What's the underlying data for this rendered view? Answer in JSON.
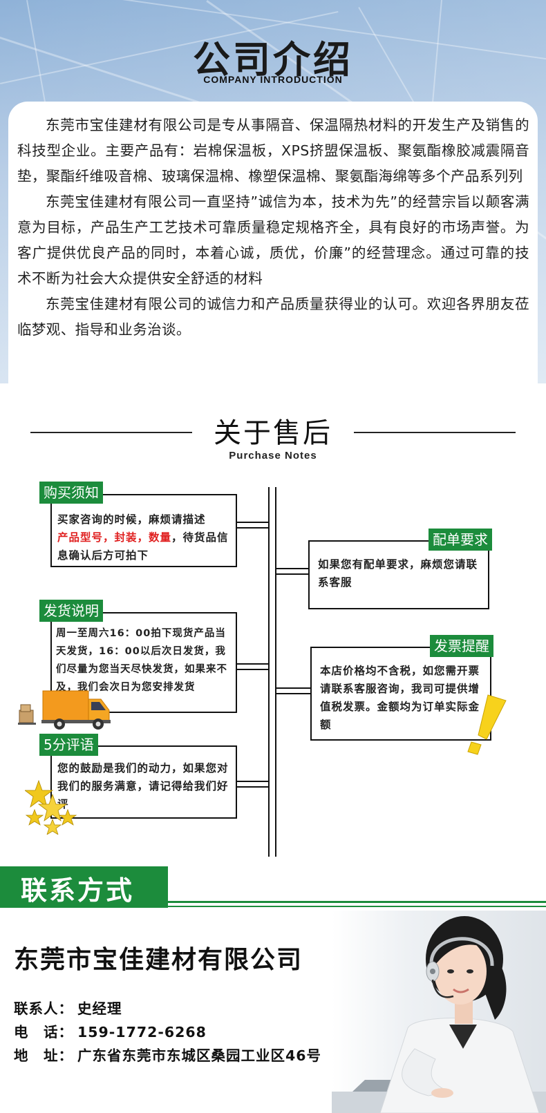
{
  "intro": {
    "title": "公司介绍",
    "subtitle": "COMPANY INTRODUCTION",
    "paragraphs": [
      "东莞市宝佳建材有限公司是专从事隔音、保温隔热材料的开发生产及销售的科技型企业。主要产品有：岩棉保温板，XPS挤盟保温板、聚氨酯橡胶减震隔音垫，聚酯纤维吸音棉、玻璃保温棉、橡塑保温棉、聚氨酯海绵等多个产品系列列",
      "东莞宝佳建材有限公司一直坚持”诚信为本，技术为先”的经营宗旨以颠客满意为目标，产品生产工艺技术可靠质量稳定规格齐全，具有良好的市场声誉。为客广提供优良产品的同时，本着心诚，质优，价廉”的经营理念。通过可靠的技术不断为社会大众提供安全舒适的材料",
      "东莞宝佳建材有限公司的诚信力和产品质量获得业的认可。欢迎各界朋友莅临梦观、指导和业务治谈。"
    ]
  },
  "purchase": {
    "title": "关于售后",
    "subtitle": "Purchase Notes",
    "notes": [
      {
        "tag": "购买须知",
        "lines": [
          "买家咨询的时候，麻烦请描述"
        ],
        "highlight": "产品型号，封装，数量",
        "tail": "，待货品信息确认后方可拍下"
      },
      {
        "tag": "配单要求",
        "text": "如果您有配单要求，麻烦您请联系客服"
      },
      {
        "tag": "发货说明",
        "text": "周一至周六16：00拍下现货产品当天发货，16：00以后次日发货，我们尽量为您当天尽快发货，如果来不及，我们会次日为您安排发货"
      },
      {
        "tag": "发票提醒",
        "text": "本店价格均不含税，如您需开票请联系客服咨询，我司可提供增值税发票。金额均为订单实际金额"
      },
      {
        "tag": "5分评语",
        "text": "您的鼓励是我们的动力，如果您对我们的服务满意，请记得给我们好评"
      }
    ]
  },
  "contact": {
    "title": "联系方式",
    "company": "东莞市宝佳建材有限公司",
    "rows": [
      {
        "label": "联系人：",
        "value": "史经理"
      },
      {
        "label": "电　话：",
        "value": "159-1772-6268"
      },
      {
        "label": "地　址：",
        "value": "广东省东莞市东城区桑园工业区46号"
      }
    ]
  },
  "colors": {
    "accent": "#1c8c3c",
    "highlight": "#e02020"
  },
  "icons": [
    "truck-icon",
    "stars-icon",
    "exclamation-icon",
    "headset-agent-image"
  ]
}
